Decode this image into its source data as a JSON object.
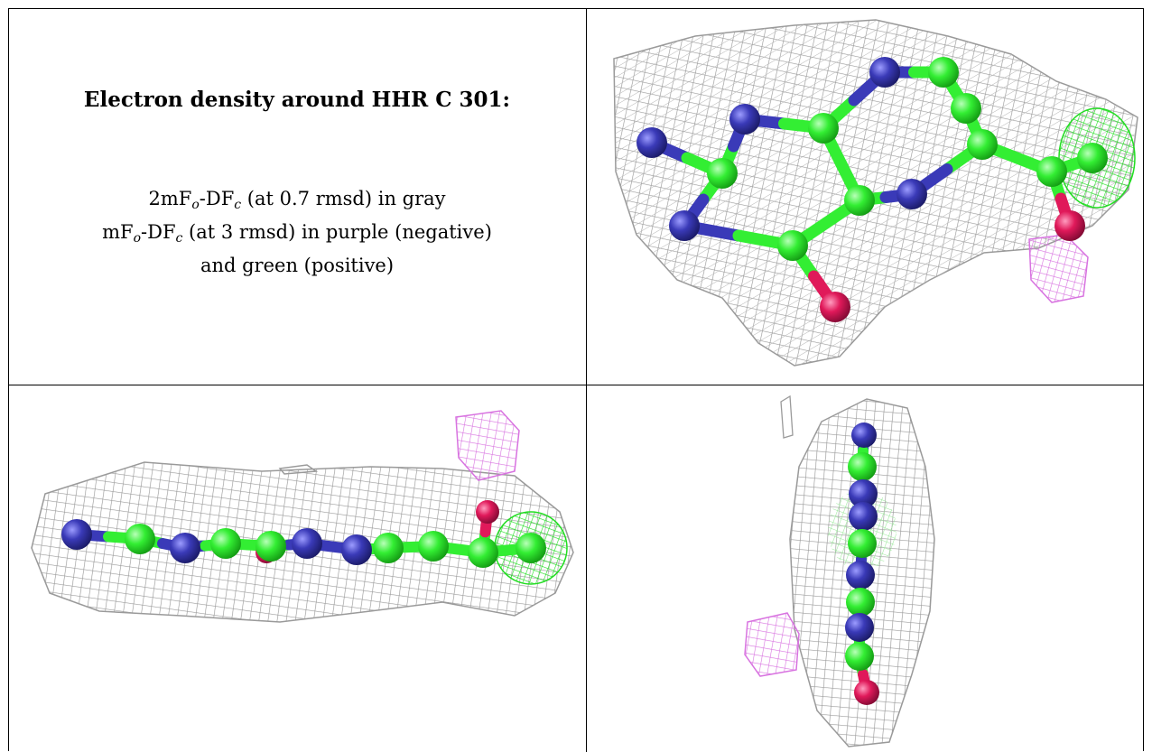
{
  "caption": {
    "title": "Electron density around HHR C 301:",
    "line1": {
      "pre": "2mF",
      "s1": "o",
      "mid": "-DF",
      "s2": "c",
      "post": " (at 0.7 rmsd) in gray"
    },
    "line2": {
      "pre": "mF",
      "s1": "o",
      "mid": "-DF",
      "s2": "c",
      "post": " (at 3 rmsd) in purple (negative)"
    },
    "line3": "and green (positive)"
  },
  "colors": {
    "carbon": "#33ee33",
    "nitrogen": "#3a3ab8",
    "oxygen": "#e0195a",
    "mesh_2fofc": "#8a8a8a",
    "mesh_negative": "#d873e0",
    "mesh_positive": "#22dd22"
  },
  "panels": [
    {
      "view": "front",
      "icon": "molecule-front-view-image"
    },
    {
      "view": "side",
      "icon": "molecule-side-view-image"
    },
    {
      "view": "edge",
      "icon": "molecule-edge-view-image"
    }
  ]
}
